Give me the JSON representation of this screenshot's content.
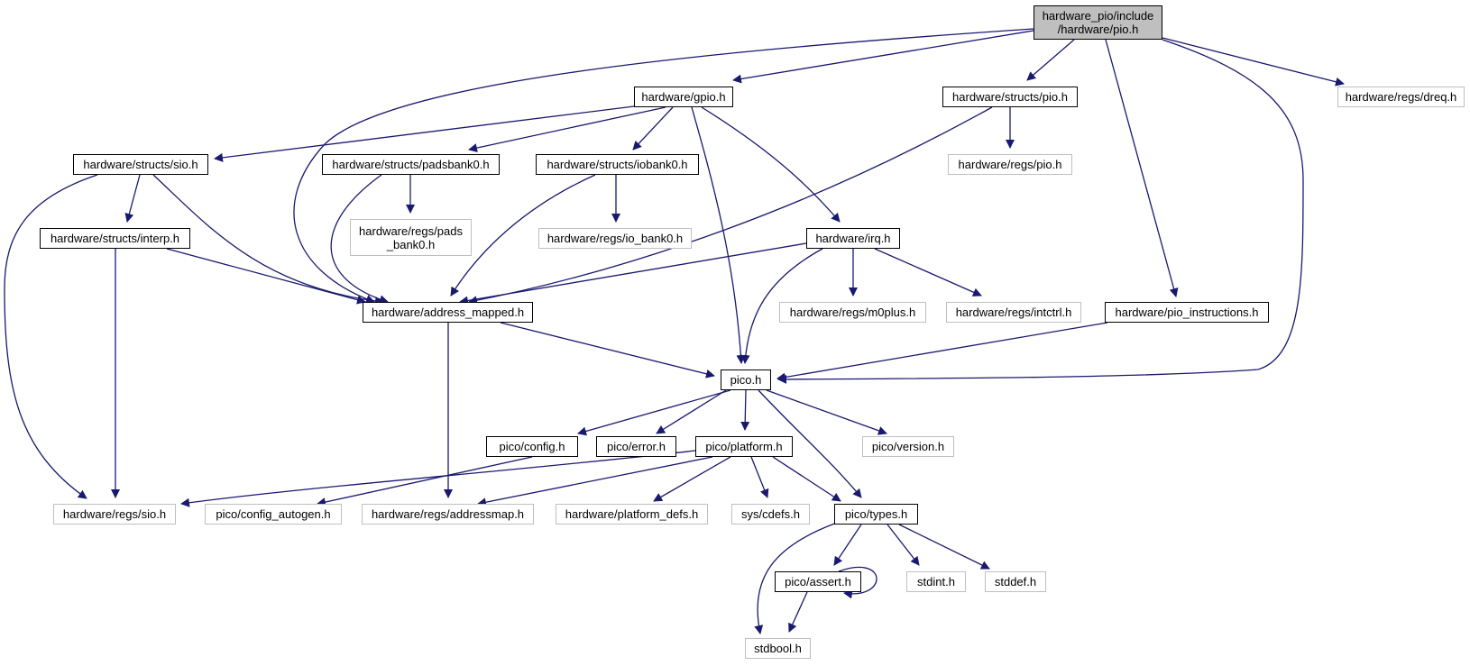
{
  "graph": {
    "root": "hardware_pio/include\n/hardware/pio.h",
    "colors": {
      "edge": "#191970",
      "local_border": "#000000",
      "system_border": "#bfbfbf",
      "root_fill": "#bfbfbf"
    },
    "nodes": {
      "root": {
        "label": "hardware_pio/include\n/hardware/pio.h",
        "kind": "root"
      },
      "gpio": {
        "label": "hardware/gpio.h",
        "kind": "local"
      },
      "structs_pio": {
        "label": "hardware/structs/pio.h",
        "kind": "local"
      },
      "regs_dreq": {
        "label": "hardware/regs/dreq.h",
        "kind": "system"
      },
      "structs_sio": {
        "label": "hardware/structs/sio.h",
        "kind": "local"
      },
      "padsbank0": {
        "label": "hardware/structs/padsbank0.h",
        "kind": "local"
      },
      "iobank0": {
        "label": "hardware/structs/iobank0.h",
        "kind": "local"
      },
      "regs_pio": {
        "label": "hardware/regs/pio.h",
        "kind": "system"
      },
      "interp": {
        "label": "hardware/structs/interp.h",
        "kind": "local"
      },
      "regs_pads_bank0": {
        "label": "hardware/regs/pads\n_bank0.h",
        "kind": "system"
      },
      "regs_io_bank0": {
        "label": "hardware/regs/io_bank0.h",
        "kind": "system"
      },
      "irq": {
        "label": "hardware/irq.h",
        "kind": "local"
      },
      "address_mapped": {
        "label": "hardware/address_mapped.h",
        "kind": "local"
      },
      "regs_m0plus": {
        "label": "hardware/regs/m0plus.h",
        "kind": "system"
      },
      "regs_intctrl": {
        "label": "hardware/regs/intctrl.h",
        "kind": "system"
      },
      "pio_instructions": {
        "label": "hardware/pio_instructions.h",
        "kind": "local"
      },
      "pico": {
        "label": "pico.h",
        "kind": "local"
      },
      "config": {
        "label": "pico/config.h",
        "kind": "local"
      },
      "error": {
        "label": "pico/error.h",
        "kind": "local"
      },
      "platform": {
        "label": "pico/platform.h",
        "kind": "local"
      },
      "version": {
        "label": "pico/version.h",
        "kind": "system"
      },
      "regs_sio": {
        "label": "hardware/regs/sio.h",
        "kind": "system"
      },
      "config_autogen": {
        "label": "pico/config_autogen.h",
        "kind": "system"
      },
      "regs_addressmap": {
        "label": "hardware/regs/addressmap.h",
        "kind": "system"
      },
      "platform_defs": {
        "label": "hardware/platform_defs.h",
        "kind": "system"
      },
      "sys_cdefs": {
        "label": "sys/cdefs.h",
        "kind": "system"
      },
      "types": {
        "label": "pico/types.h",
        "kind": "local"
      },
      "assert": {
        "label": "pico/assert.h",
        "kind": "local"
      },
      "stdint": {
        "label": "stdint.h",
        "kind": "system"
      },
      "stddef": {
        "label": "stddef.h",
        "kind": "system"
      },
      "stdbool": {
        "label": "stdbool.h",
        "kind": "system"
      }
    },
    "edges": [
      [
        "root",
        "gpio"
      ],
      [
        "root",
        "structs_pio"
      ],
      [
        "root",
        "regs_dreq"
      ],
      [
        "root",
        "address_mapped"
      ],
      [
        "root",
        "pio_instructions"
      ],
      [
        "root",
        "pico"
      ],
      [
        "gpio",
        "structs_sio"
      ],
      [
        "gpio",
        "padsbank0"
      ],
      [
        "gpio",
        "iobank0"
      ],
      [
        "gpio",
        "irq"
      ],
      [
        "gpio",
        "pico"
      ],
      [
        "structs_pio",
        "regs_pio"
      ],
      [
        "structs_pio",
        "address_mapped"
      ],
      [
        "structs_sio",
        "interp"
      ],
      [
        "structs_sio",
        "address_mapped"
      ],
      [
        "structs_sio",
        "regs_sio"
      ],
      [
        "padsbank0",
        "regs_pads_bank0"
      ],
      [
        "padsbank0",
        "address_mapped"
      ],
      [
        "iobank0",
        "regs_io_bank0"
      ],
      [
        "iobank0",
        "address_mapped"
      ],
      [
        "interp",
        "address_mapped"
      ],
      [
        "interp",
        "regs_sio"
      ],
      [
        "irq",
        "address_mapped"
      ],
      [
        "irq",
        "regs_m0plus"
      ],
      [
        "irq",
        "regs_intctrl"
      ],
      [
        "irq",
        "pico"
      ],
      [
        "address_mapped",
        "pico"
      ],
      [
        "address_mapped",
        "regs_addressmap"
      ],
      [
        "pio_instructions",
        "pico"
      ],
      [
        "pico",
        "config"
      ],
      [
        "pico",
        "error"
      ],
      [
        "pico",
        "platform"
      ],
      [
        "pico",
        "version"
      ],
      [
        "pico",
        "types"
      ],
      [
        "config",
        "config_autogen"
      ],
      [
        "platform",
        "regs_sio"
      ],
      [
        "platform",
        "regs_addressmap"
      ],
      [
        "platform",
        "platform_defs"
      ],
      [
        "platform",
        "sys_cdefs"
      ],
      [
        "platform",
        "types"
      ],
      [
        "types",
        "assert"
      ],
      [
        "types",
        "stdint"
      ],
      [
        "types",
        "stddef"
      ],
      [
        "types",
        "stdbool"
      ],
      [
        "assert",
        "assert"
      ],
      [
        "assert",
        "stdbool"
      ]
    ]
  }
}
